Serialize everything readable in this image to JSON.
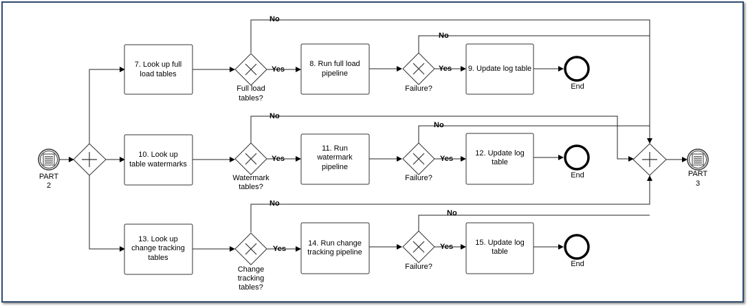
{
  "colors": {
    "frame_border": "#2f4a6e",
    "stroke": "#333333"
  },
  "events": {
    "start": {
      "line1": "PART",
      "line2": "2"
    },
    "finish": {
      "line1": "PART",
      "line2": "3"
    }
  },
  "tasks": {
    "t7": [
      "7. Look up full",
      "load tables"
    ],
    "t8": [
      "8. Run full load",
      "pipeline"
    ],
    "t9": [
      "9. Update log table"
    ],
    "t10": [
      "10. Look up",
      "table watermarks"
    ],
    "t11": [
      "11. Run",
      "watermark",
      "pipeline"
    ],
    "t12": [
      "12. Update log",
      "table"
    ],
    "t13": [
      "13. Look up",
      "change tracking",
      "tables"
    ],
    "t14": [
      "14. Run change",
      "tracking pipeline"
    ],
    "t15": [
      "15. Update log",
      "table"
    ]
  },
  "gateways": {
    "g_full": [
      "Full load",
      "tables?"
    ],
    "g_wm": [
      "Watermark",
      "tables?"
    ],
    "g_ct": [
      "Change",
      "tracking",
      "tables?"
    ],
    "g_fail1": [
      "Failure?"
    ],
    "g_fail2": [
      "Failure?"
    ],
    "g_fail3": [
      "Failure?"
    ]
  },
  "flow_labels": {
    "yes": "Yes",
    "no": "No"
  },
  "end_label": "End"
}
